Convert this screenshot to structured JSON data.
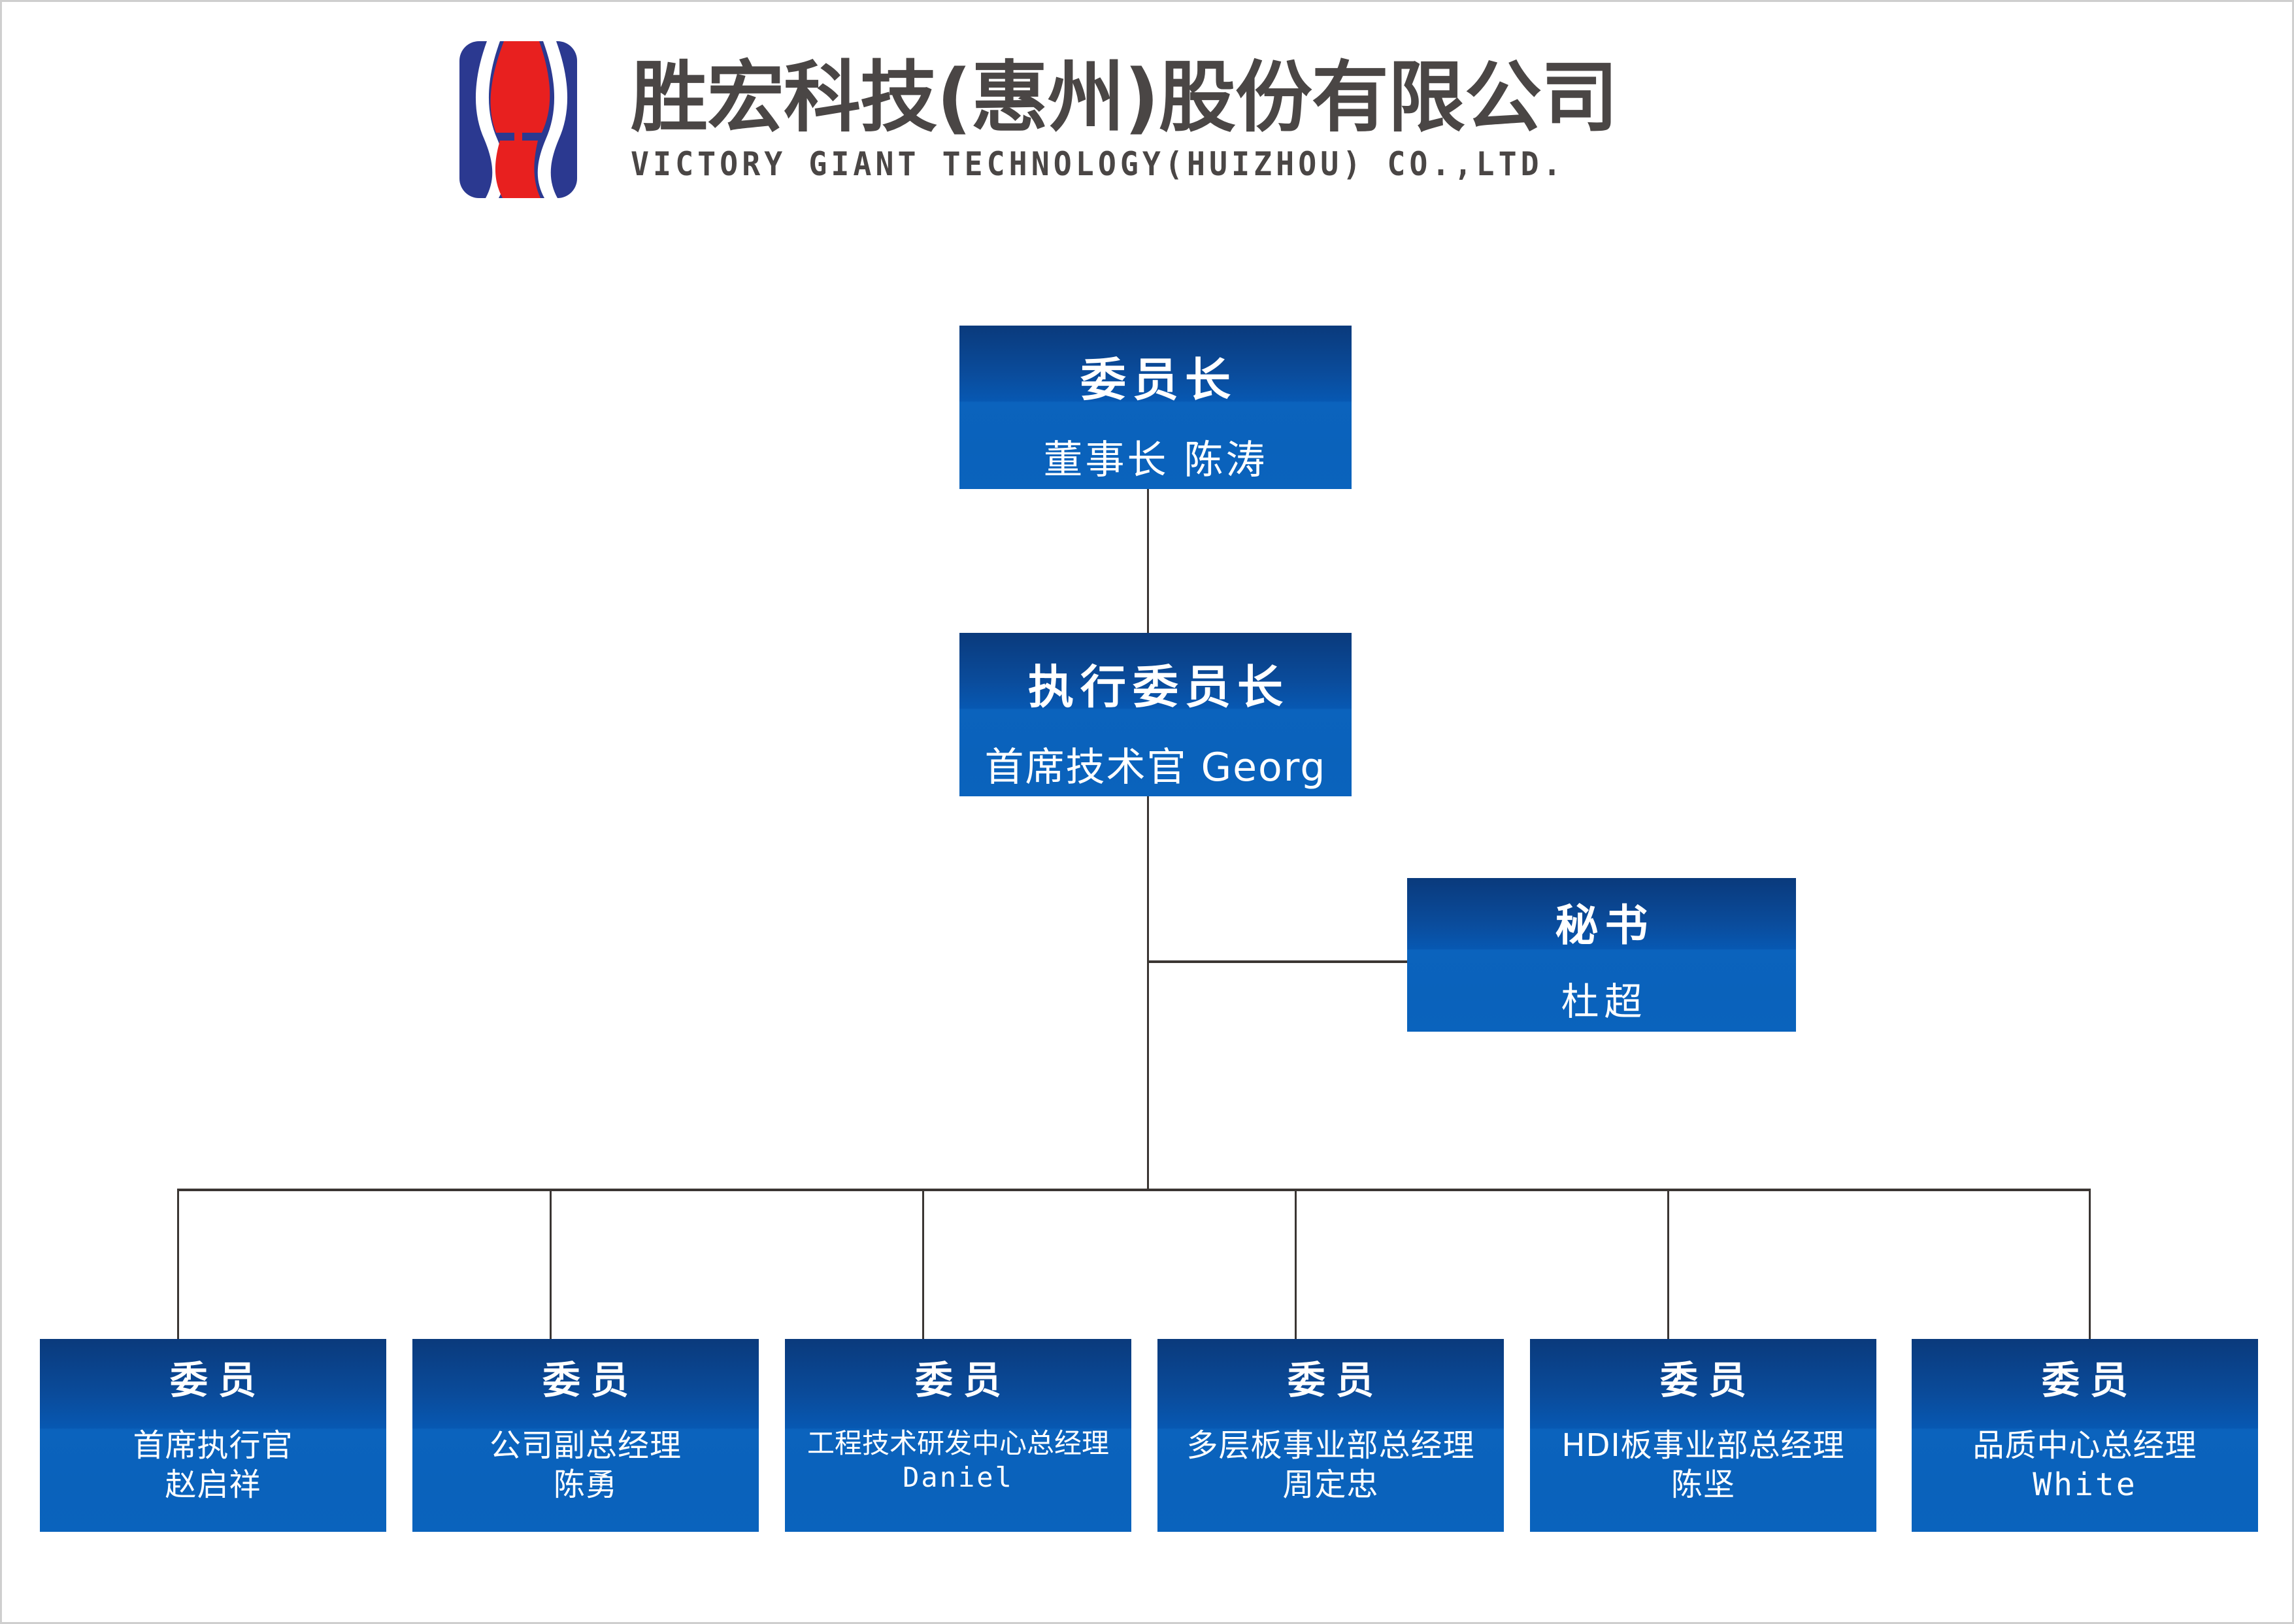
{
  "header": {
    "logo_icon": "victory-giant-s-logo",
    "company_name_cn": "胜宏科技(惠州)股份有限公司",
    "company_name_en": "VICTORY GIANT TECHNOLOGY(HUIZHOU) CO.,LTD.",
    "colors": {
      "logo_navy": "#2b3990",
      "logo_red": "#e8201f",
      "text_gray": "#4a4645"
    }
  },
  "chart_data": {
    "type": "diagram",
    "subtype": "organization-chart",
    "title": "胜宏科技(惠州)股份有限公司 组织架构",
    "box_colors": {
      "gradient_top": "#0a3a7c",
      "gradient_bottom": "#0a63bd",
      "text": "#ffffff",
      "connector": "#3b3633",
      "background": "#ffffff"
    },
    "nodes": [
      {
        "id": "chair",
        "title": "委员长",
        "subtitle": "董事长 陈涛",
        "level": 0
      },
      {
        "id": "exec",
        "title": "执行委员长",
        "subtitle": "首席技术官 Georg",
        "subtitle_cn": "首席技术官",
        "subtitle_en": "Georg",
        "level": 1
      },
      {
        "id": "secretary",
        "title": "秘书",
        "subtitle": "杜超",
        "level": 2
      }
    ],
    "members": [
      {
        "title": "委员",
        "role": "首席执行官",
        "name": "赵启祥",
        "name_is_latin": false
      },
      {
        "title": "委员",
        "role": "公司副总经理",
        "name": "陈勇",
        "name_is_latin": false
      },
      {
        "title": "委员",
        "role": "工程技术研发中心总经理",
        "name": "Daniel",
        "name_is_latin": true
      },
      {
        "title": "委员",
        "role": "多层板事业部总经理",
        "name": "周定忠",
        "name_is_latin": false
      },
      {
        "title": "委员",
        "role": "HDI板事业部总经理",
        "name": "陈坚",
        "name_is_latin": false
      },
      {
        "title": "委员",
        "role": "品质中心总经理",
        "name": "White",
        "name_is_latin": true
      }
    ],
    "edges": [
      {
        "from": "chair",
        "to": "exec"
      },
      {
        "from": "exec",
        "to": "secretary"
      },
      {
        "from": "exec",
        "to": "member-0"
      },
      {
        "from": "exec",
        "to": "member-1"
      },
      {
        "from": "exec",
        "to": "member-2"
      },
      {
        "from": "exec",
        "to": "member-3"
      },
      {
        "from": "exec",
        "to": "member-4"
      },
      {
        "from": "exec",
        "to": "member-5"
      }
    ]
  }
}
